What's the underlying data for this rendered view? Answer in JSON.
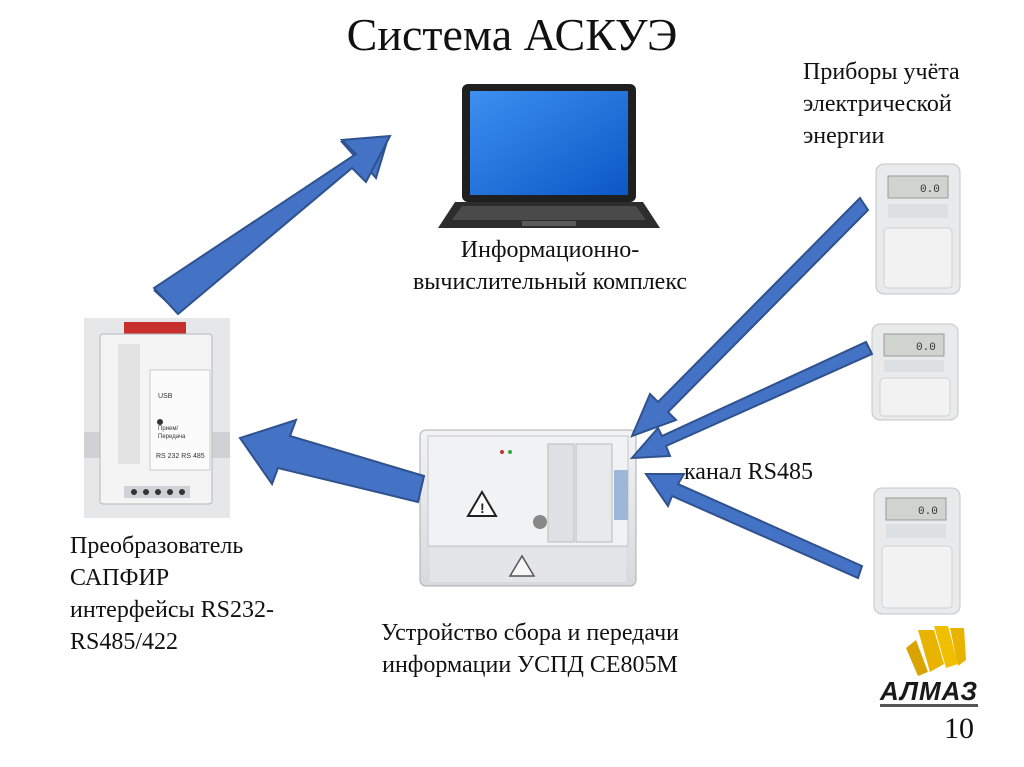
{
  "title": "Система АСКУЭ",
  "meters": {
    "line1": "Приборы  учёта",
    "line2": "электрической",
    "line3": "энергии"
  },
  "ivk": {
    "line1": "Информационно-",
    "line2": "вычислительный комплекс"
  },
  "converter": {
    "line1": "Преобразователь",
    "line2": "САПФИР",
    "line3": "интерфейсы RS232-",
    "line4": "RS485/422"
  },
  "uspd": {
    "line1": "Устройство сбора и передачи",
    "line2": "информации УСПД CE805M"
  },
  "channel_label": "канал RS485",
  "logo": {
    "text": "АЛМАЗ"
  },
  "page_number": "10",
  "colors": {
    "arrow_fill": "#4472c4",
    "arrow_stroke": "#2f528f",
    "screen": "#1e6fd9"
  },
  "icons": [
    "laptop-icon",
    "converter-device-icon",
    "uspd-device-icon",
    "electric-meter-icon",
    "almaz-logo-icon"
  ]
}
